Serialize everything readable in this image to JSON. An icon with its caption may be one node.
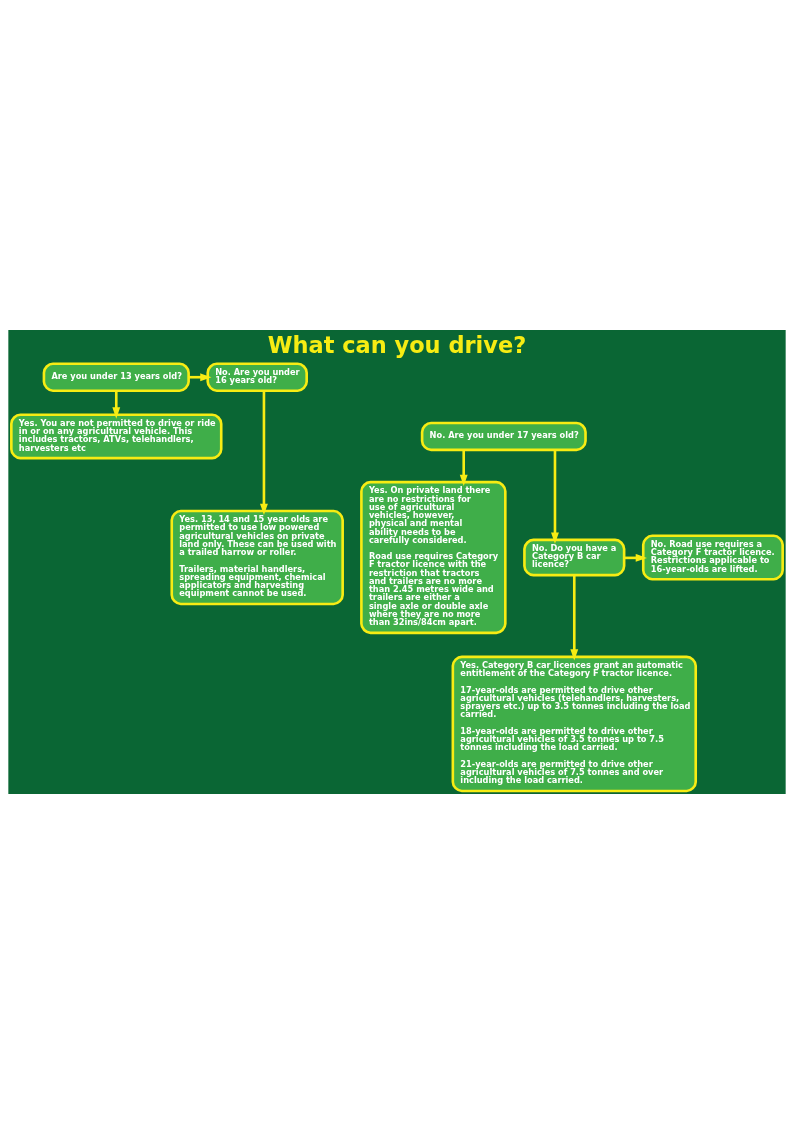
{
  "diagram": {
    "title": "What can you drive?",
    "nodes": [
      {
        "text": [
          "Are you under 13 years old?"
        ]
      },
      {
        "text": [
          "No. Are you under 16 years old?"
        ]
      },
      {
        "text": [
          "Yes. You are not permitted to drive or ride in or on any agricultural vehicle. This includes tractors, ATVs, telehandlers, harvesters etc"
        ]
      },
      {
        "text": [
          "No. Are you under 17 years old?"
        ]
      },
      {
        "text": [
          "Yes. 13, 14 and 15 year olds are permitted to use low powered agricultural vehicles on private land only. These can be used with a trailed harrow or roller.",
          "Trailers, material handlers, spreading equipment, chemical applicators and harvesting equipment cannot be used."
        ]
      },
      {
        "text": [
          "Yes. On private land there are no restrictions for use of agricultural vehicles, however, physical and mental ability needs to be carefully considered.",
          "Road use requires Category F tractor licence with the restriction that tractors and trailers are no more than 2.45 metres wide and trailers are either a single axle or double axle where they are no more than 32ins/84cm apart."
        ]
      },
      {
        "text": [
          "No. Do you have a Category B car licence?"
        ]
      },
      {
        "text": [
          "No. Road use requires a Category F tractor licence. Restrictions applicable to 16-year-olds are lifted."
        ]
      },
      {
        "text": [
          "Yes. Category B car licences grant an automatic entitlement of the Category F tractor licence.",
          "17-year-olds are permitted to drive other agricultural vehicles (telehandlers, harvesters, sprayers etc.) up to 3.5 tonnes including the load carried.",
          "18-year-olds are permitted to drive other agricultural vehicles of 3.5 tonnes up to 7.5 tonnes including the load carried.",
          "21-year-olds are permitted to drive other agricultural vehicles of 7.5 tonnes and over including the load carried."
        ]
      }
    ],
    "edges": [
      {
        "from": 0,
        "to": 1,
        "arrow": "to"
      },
      {
        "from": 0,
        "to": 2,
        "arrow": "to"
      },
      {
        "from": 1,
        "to": 4,
        "arrow": "to"
      },
      {
        "from": 3,
        "to": 5,
        "arrow": "to"
      },
      {
        "from": 3,
        "to": 6,
        "arrow": "to"
      },
      {
        "from": 6,
        "to": 7,
        "arrow": "to"
      },
      {
        "from": 6,
        "to": 8,
        "arrow": "to"
      }
    ]
  }
}
